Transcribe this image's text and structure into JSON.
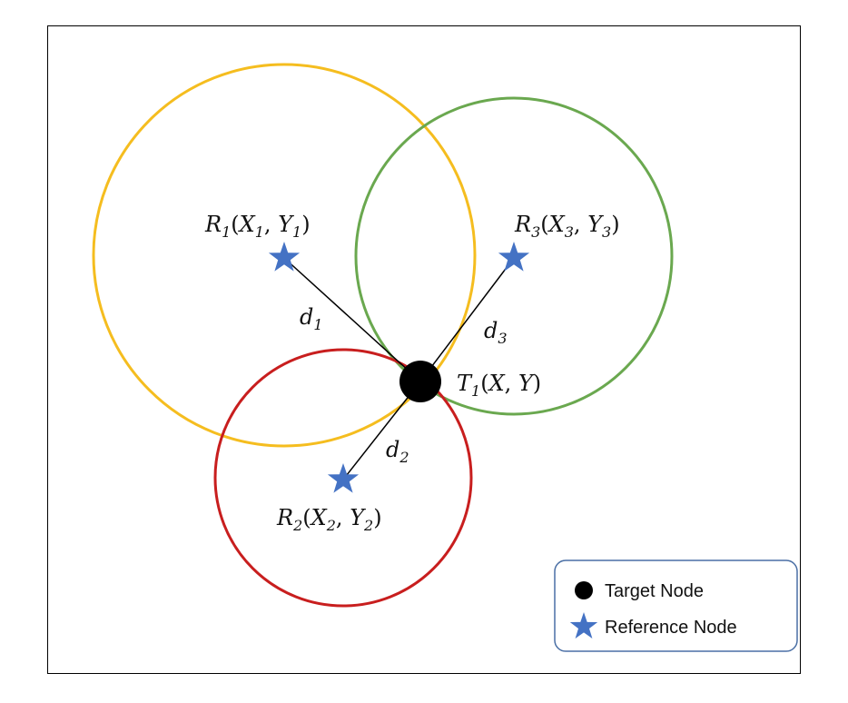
{
  "colors": {
    "circle_1": "#f5bd1f",
    "circle_2": "#c81e1e",
    "circle_3": "#6aa84f",
    "star": "#4472c4",
    "target": "#000000",
    "legend_border": "#4a6fa5"
  },
  "nodes": {
    "r1": {
      "base": "R",
      "sub": "1",
      "x_base": "X",
      "x_sub": "1",
      "y_base": "Y",
      "y_sub": "1"
    },
    "r2": {
      "base": "R",
      "sub": "2",
      "x_base": "X",
      "x_sub": "2",
      "y_base": "Y",
      "y_sub": "2"
    },
    "r3": {
      "base": "R",
      "sub": "3",
      "x_base": "X",
      "x_sub": "3",
      "y_base": "Y",
      "y_sub": "3"
    },
    "t1": {
      "base": "T",
      "sub": "1",
      "x_base": "X",
      "y_base": "Y"
    }
  },
  "distances": {
    "d1": {
      "base": "d",
      "sub": "1"
    },
    "d2": {
      "base": "d",
      "sub": "2"
    },
    "d3": {
      "base": "d",
      "sub": "3"
    }
  },
  "legend": {
    "target": "Target Node",
    "reference": "Reference Node"
  }
}
